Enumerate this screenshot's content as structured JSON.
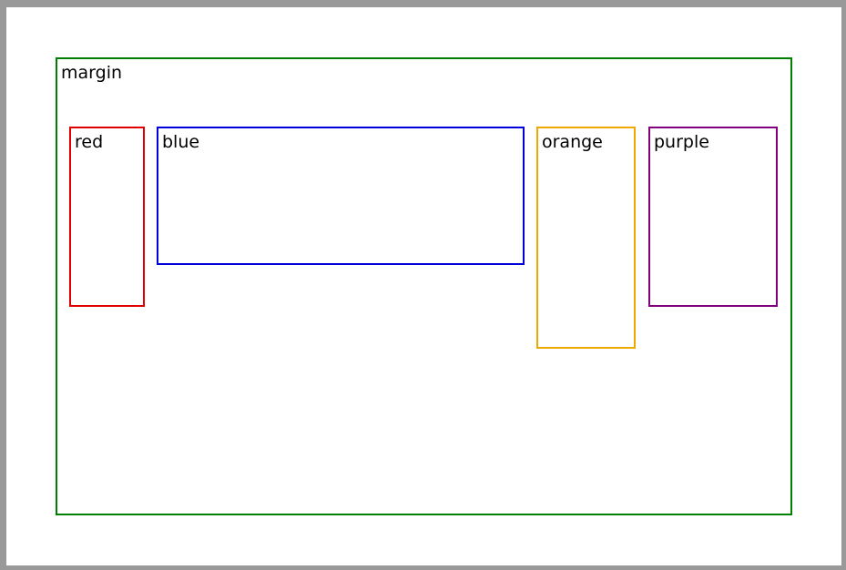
{
  "colors": {
    "frame_border": "#999999",
    "margin": "#008000",
    "red": "#e00000",
    "blue": "#0000dd",
    "orange": "#f0a800",
    "purple": "#800080"
  },
  "boxes": {
    "margin": {
      "label": "margin"
    },
    "red": {
      "label": "red"
    },
    "blue": {
      "label": "blue"
    },
    "orange": {
      "label": "orange"
    },
    "purple": {
      "label": "purple"
    }
  }
}
